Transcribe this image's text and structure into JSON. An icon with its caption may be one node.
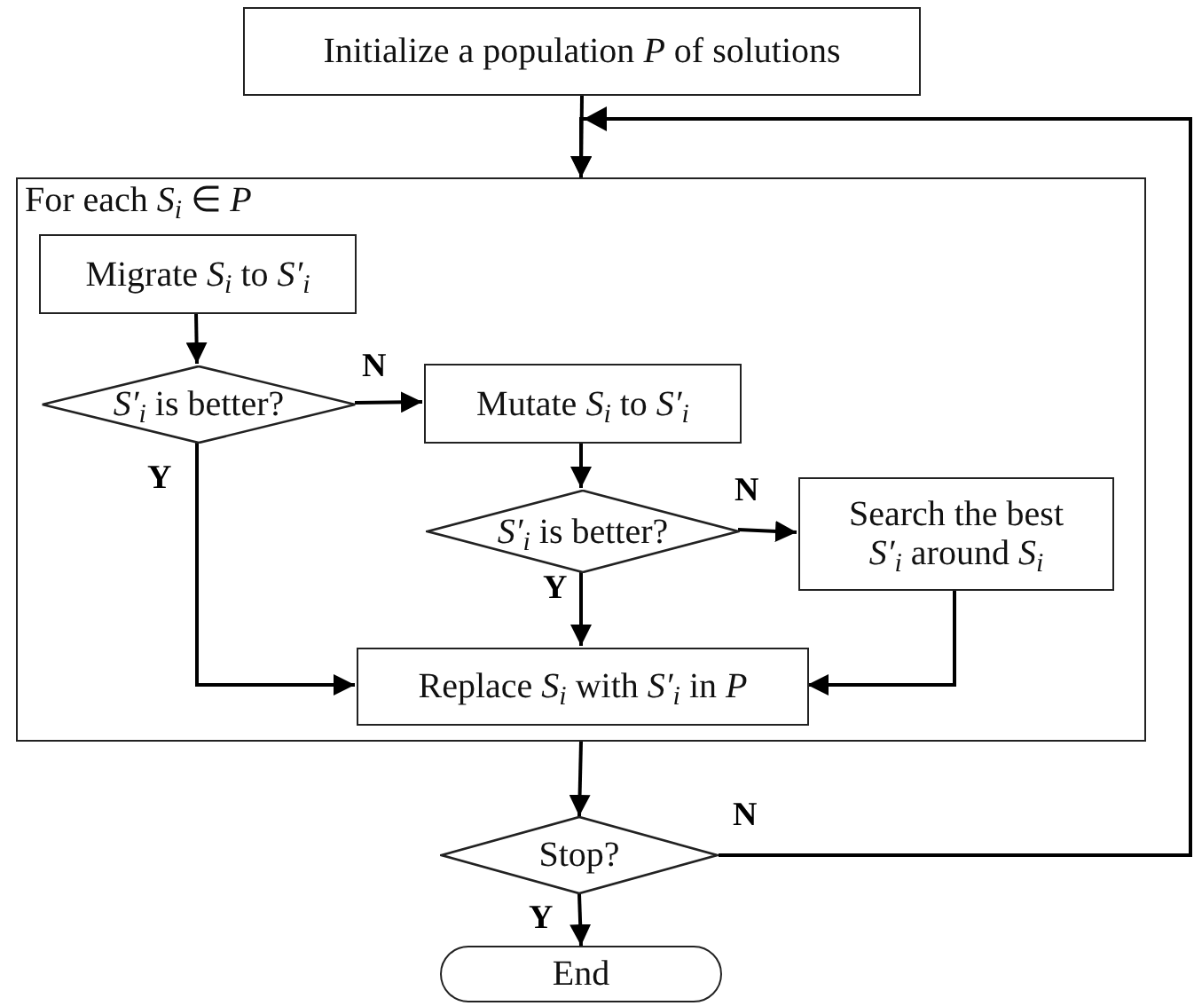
{
  "diagram": {
    "nodes": [
      {
        "text": [
          "Initialize a population *P* of solutions"
        ]
      },
      {
        "text": [
          "For each *S*$_{i}$ ∈ *P*"
        ]
      },
      {
        "text": [
          "Migrate *S*$_{i}$ to *S′*$_{i}$"
        ],
        "in": 1
      },
      {
        "text": [
          "*S′*$_{i}$ is better?"
        ],
        "in": 1
      },
      {
        "text": [
          "Mutate *S*$_{i}$ to *S′*$_{i}$"
        ],
        "in": 1
      },
      {
        "text": [
          "*S′*$_{i}$ is better?"
        ],
        "in": 1
      },
      {
        "text": [
          "Search the best *S′*$_{i}$ around *S*$_{i}$"
        ],
        "in": 1
      },
      {
        "text": [
          "Replace *S*$_{i}$ with *S′*$_{i}$ in *P*"
        ],
        "in": 1
      },
      {
        "text": [
          "Stop?"
        ]
      },
      {
        "text": [
          "End"
        ]
      }
    ],
    "edges": [
      {
        "from": 0,
        "to": 1,
        "arrow": "to"
      },
      {
        "from": 2,
        "to": 3,
        "arrow": "to"
      },
      {
        "from": 3,
        "to": 4,
        "arrow": "to",
        "label": "N"
      },
      {
        "from": 3,
        "to": 7,
        "arrow": "to",
        "label": "Y"
      },
      {
        "from": 4,
        "to": 5,
        "arrow": "to"
      },
      {
        "from": 5,
        "to": 6,
        "arrow": "to",
        "label": "N"
      },
      {
        "from": 5,
        "to": 7,
        "arrow": "to",
        "label": "Y"
      },
      {
        "from": 6,
        "to": 7,
        "arrow": "to"
      },
      {
        "from": 1,
        "to": 8,
        "arrow": "to"
      },
      {
        "from": 8,
        "to": 9,
        "arrow": "to",
        "label": "Y"
      },
      {
        "from": 8,
        "to": 1,
        "arrow": "to",
        "label": "N"
      }
    ]
  }
}
